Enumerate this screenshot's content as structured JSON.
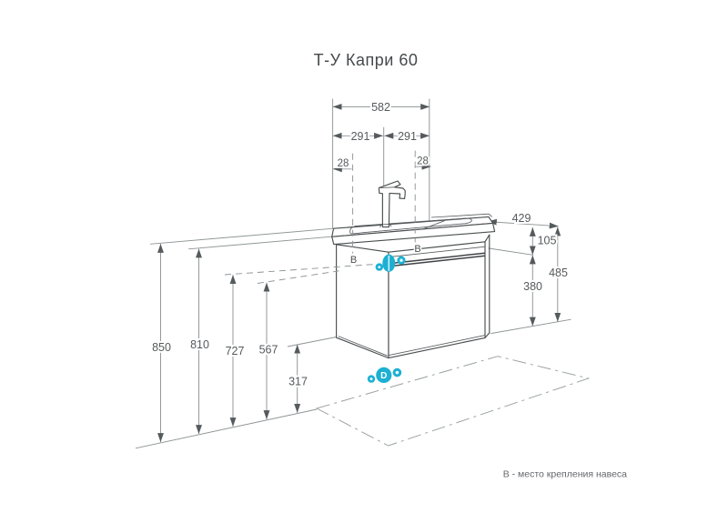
{
  "title": "Т-У Капри 60",
  "footnote": "В - место крепления навеса",
  "colors": {
    "accent": "#1cb0d3"
  },
  "dimensions": {
    "width_total": "582",
    "width_left_half": "291",
    "width_right_half": "291",
    "margin_left": "28",
    "margin_right": "28",
    "depth": "429",
    "top_to_cabinet": "105",
    "cabinet_height": "380",
    "top_to_bottom": "485",
    "height_total": "850",
    "height_top": "810",
    "height_mount_upper": "727",
    "height_mount_lower": "567",
    "height_bottom": "317"
  },
  "labels": {
    "mount_left": "В",
    "mount_right": "В",
    "hotspot_bottom": "D"
  }
}
